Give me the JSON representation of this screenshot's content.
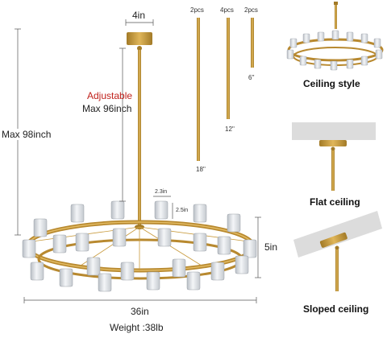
{
  "labels": {
    "canopy_width": "4in",
    "adjustable": "Adjustable",
    "max_rod": "Max 96inch",
    "max_total": "Max 98inch",
    "diameter": "36in",
    "weight": "Weight :38lb",
    "height": "5in",
    "shade_width": "2.3in",
    "shade_height": "2.5in"
  },
  "rods": [
    {
      "count": "2pcs",
      "length": "18''"
    },
    {
      "count": "4pcs",
      "length": "12''"
    },
    {
      "count": "2pcs",
      "length": "6''"
    }
  ],
  "captions": {
    "ceiling_style": "Ceiling style",
    "flat_ceiling": "Flat ceiling",
    "sloped_ceiling": "Sloped ceiling"
  },
  "colors": {
    "gold": "#c89a3c",
    "gold_dark": "#a27a27",
    "crystal": "#d9dde2",
    "accent_red": "#c0211b"
  }
}
